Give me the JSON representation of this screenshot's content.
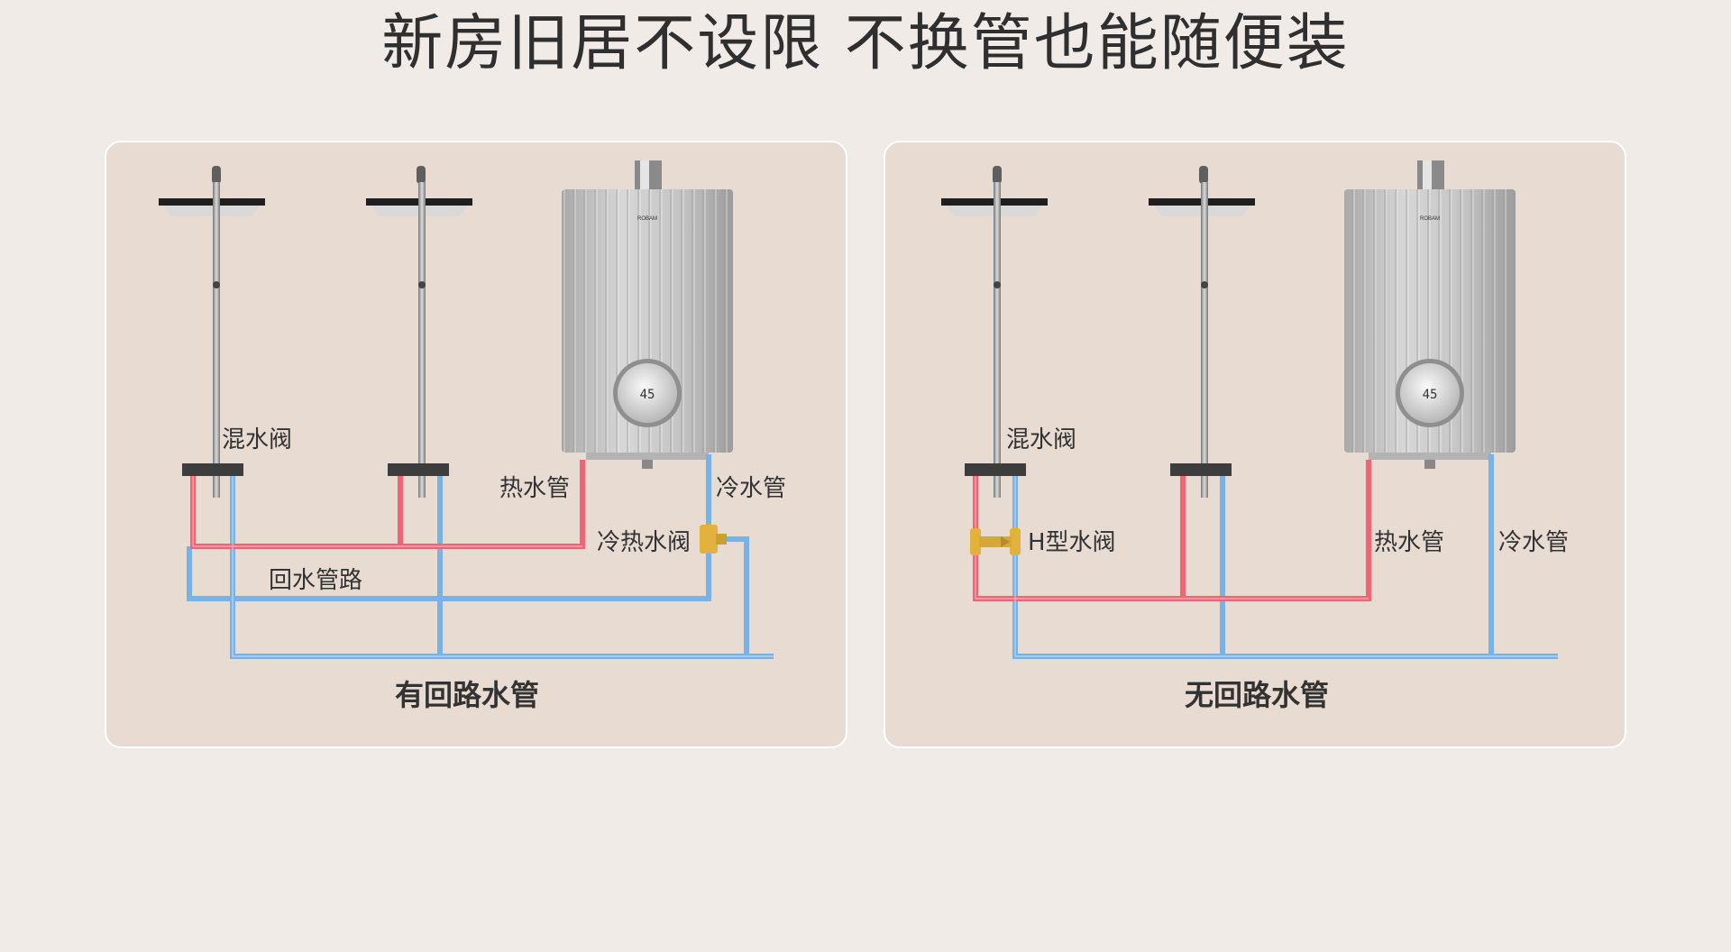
{
  "headline": "新房旧居不设限 不换管也能随便装",
  "colors": {
    "hot": "#ef6574",
    "cold": "#79b2e6",
    "brass": "#e2b23c",
    "background": "#f1ebe7",
    "panel": "#e7dbd2"
  },
  "heater": {
    "brand": "ROBAM",
    "display": "45"
  },
  "panels": [
    {
      "title": "有回路水管",
      "labels": {
        "mixing_valve": "混水阀",
        "hot_pipe": "热水管",
        "cold_pipe": "冷水管",
        "hot_cold_valve": "冷热水阀",
        "return_line": "回水管路"
      }
    },
    {
      "title": "无回路水管",
      "labels": {
        "mixing_valve": "混水阀",
        "h_valve": "H型水阀",
        "hot_pipe": "热水管",
        "cold_pipe": "冷水管"
      }
    }
  ]
}
